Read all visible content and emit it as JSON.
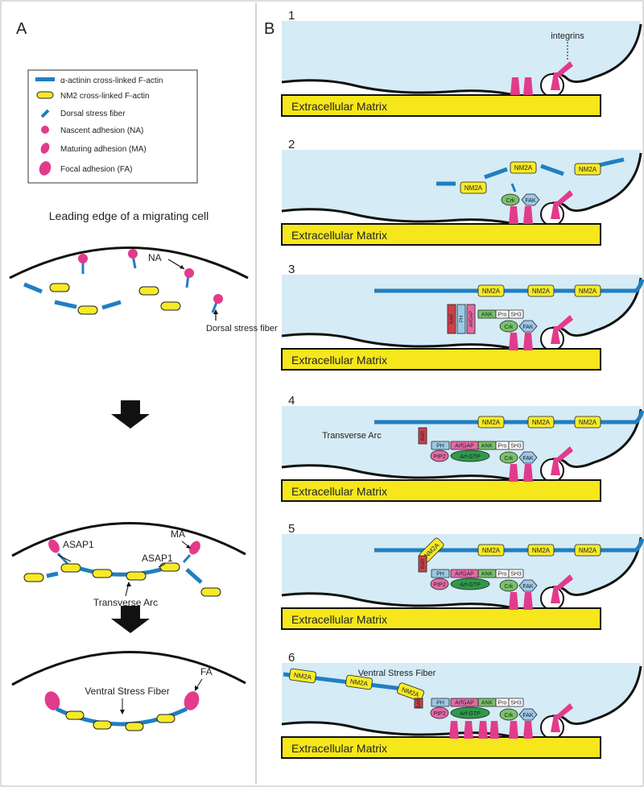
{
  "panel_a": {
    "label": "A",
    "legend": [
      {
        "icon": "blue-bar-icon",
        "text": "α-actinin cross-linked F-actin"
      },
      {
        "icon": "yellow-capsule-icon",
        "text": "NM2 cross-linked F-actin"
      },
      {
        "icon": "blue-dash-icon",
        "text": "Dorsal stress fiber"
      },
      {
        "icon": "pink-circle-icon",
        "text": "Nascent adhesion (NA)"
      },
      {
        "icon": "pink-tilted-oval-icon",
        "text": "Maturing adhesion (MA)"
      },
      {
        "icon": "pink-large-oval-icon",
        "text": "Focal adhesion (FA)"
      }
    ],
    "heading": "Leading edge of a migrating cell",
    "cell1": {
      "na_label": "NA",
      "dsf_label": "Dorsal stress fiber"
    },
    "cell2": {
      "asap1_left": "ASAP1",
      "asap1_right": "ASAP1",
      "ma_label": "MA",
      "arc_label": "Transverse Arc"
    },
    "cell3": {
      "fa_label": "FA",
      "vsf_label": "Ventral Stress Fiber"
    }
  },
  "panel_b": {
    "label": "B",
    "ecm": "Extracellular Matrix",
    "nm2a": "NM2A",
    "integrins": "integrins",
    "transverse_arc": "Transverse Arc",
    "ventral_stress_fiber": "Ventral Stress Fiber",
    "proteins": {
      "crk": "Crk",
      "fak": "FAK",
      "ank": "ANK",
      "pro": "Pro",
      "sh3": "SH3",
      "ph": "PH",
      "arfgap": "ArfGAP",
      "pip2": "PIP2",
      "arf_gtp": "Arf-GTP",
      "bar": "BAR"
    },
    "steps": [
      "1",
      "2",
      "3",
      "4",
      "5",
      "6"
    ]
  },
  "colors": {
    "cytoplasm": "#d5ebf5",
    "ecm": "#f5e71c",
    "actin": "#1f7fc1",
    "myosin": "#f6ea28",
    "adhesion": "#e23b8b",
    "pink_domain": "#e56aa7",
    "green_domain": "#7ac26b",
    "dark_green": "#2e9a4a",
    "red_domain": "#cf3f4a",
    "light_blue_domain": "#9cc9e8"
  }
}
